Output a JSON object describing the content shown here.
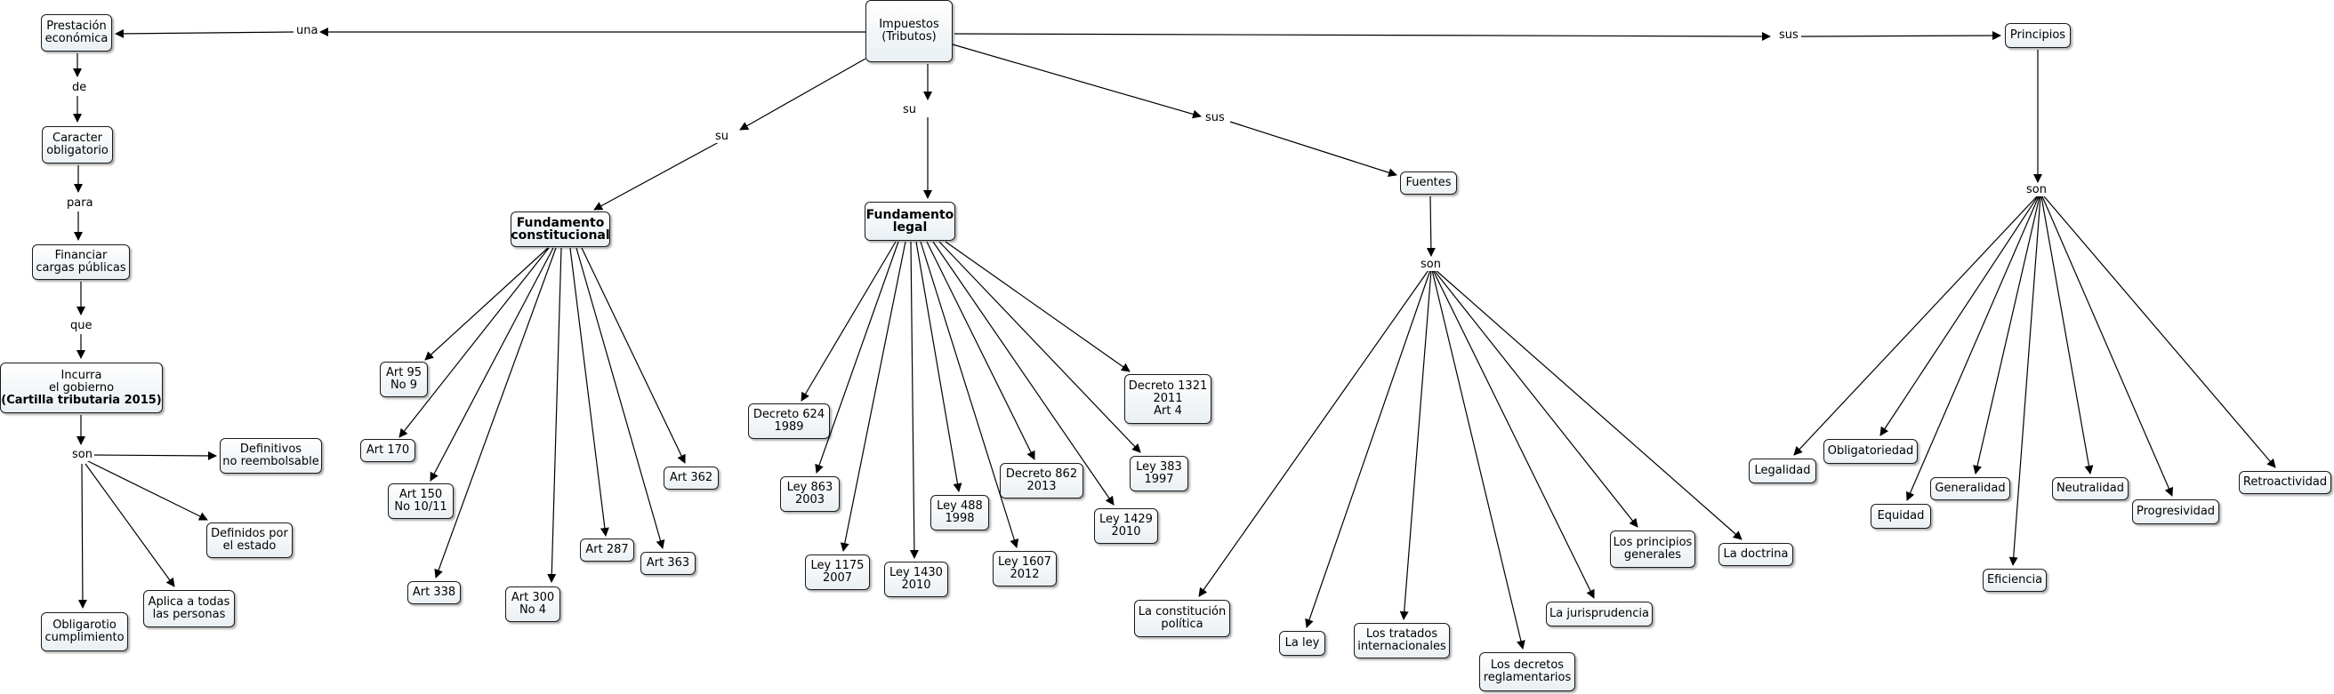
{
  "nodes": {
    "impuestos": "Impuestos\n(Tributos)",
    "prestacion": "Prestación\neconómica",
    "caracter": "Caracter\nobligatorio",
    "financiar": "Financiar\ncargas públicas",
    "incurra": "Incurra\nel gobierno",
    "incurra_bold": "(Cartilla tributaria 2015)",
    "definitivos": "Definitivos\nno reembolsable",
    "definidos": "Definidos por\nel estado",
    "aplica": "Aplica a todas\nlas personas",
    "obligatorio_cumpl": "Obligarotio\ncumplimiento",
    "fund_const": "Fundamento\nconstitucional",
    "art95": "Art 95\nNo 9",
    "art170": "Art 170",
    "art150": "Art 150\nNo 10/11",
    "art338": "Art 338",
    "art300": "Art 300\nNo 4",
    "art287": "Art 287",
    "art363": "Art 363",
    "art362": "Art 362",
    "fund_legal": "Fundamento\nlegal",
    "decreto624": "Decreto 624\n1989",
    "ley863": "Ley 863\n2003",
    "ley1175": "Ley 1175\n2007",
    "ley1430": "Ley 1430\n2010",
    "ley488": "Ley 488\n1998",
    "ley1607": "Ley 1607\n2012",
    "decreto862": "Decreto 862\n2013",
    "ley1429": "Ley 1429\n2010",
    "ley383": "Ley 383\n1997",
    "decreto1321": "Decreto 1321\n2011\nArt 4",
    "fuentes": "Fuentes",
    "constitucion": "La constitución\npolítica",
    "ley": "La ley",
    "tratados": "Los tratados\ninternacionales",
    "decretos_reg": "Los decretos\nreglamentarios",
    "jurisprudencia": "La jurisprudencia",
    "principios_gen": "Los principios\ngenerales",
    "doctrina": "La doctrina",
    "principios": "Principios",
    "legalidad": "Legalidad",
    "obligatoriedad": "Obligatoriedad",
    "equidad": "Equidad",
    "generalidad": "Generalidad",
    "eficiencia": "Eficiencia",
    "neutralidad": "Neutralidad",
    "progresividad": "Progresividad",
    "retroactividad": "Retroactividad"
  },
  "links": {
    "una": "una",
    "de": "de",
    "para": "para",
    "que": "que",
    "son_left": "son",
    "su_const": "su",
    "su_legal": "su",
    "sus_fuentes": "sus",
    "son_fuentes": "son",
    "sus_principios": "sus",
    "son_principios": "son"
  },
  "colors": {
    "node_border": "#1a1a1a",
    "node_fill_top": "#ffffff",
    "node_fill_bottom": "#e9eff3",
    "edge": "#000000"
  }
}
